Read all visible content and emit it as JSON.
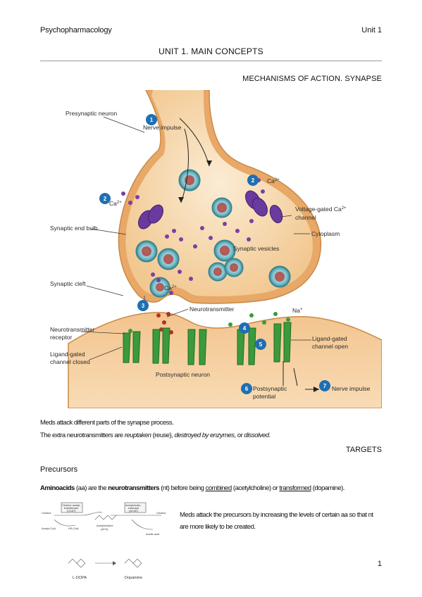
{
  "header": {
    "left": "Psychopharmacology",
    "right": "Unit 1"
  },
  "title": "UNIT 1. MAIN CONCEPTS",
  "section_heading": "MECHANISMS OF ACTION. SYNAPSE",
  "figure": {
    "labels": {
      "presynaptic_neuron": "Presynaptic neuron",
      "nerve_impulse_1": "Nerve impulse",
      "ca_left": "Ca",
      "ca_right": "Ca",
      "ca_cleft": "Ca",
      "ca_sup": "2+",
      "voltage_gated_1": "Voltage-gated Ca",
      "voltage_gated_sup": "2+",
      "voltage_gated_2": "channel",
      "cytoplasm": "Cytoplasm",
      "synaptic_end_bulb": "Synaptic end bulb",
      "synaptic_vesicles": "Synaptic vesicles",
      "synaptic_cleft": "Synaptic cleft",
      "neurotransmitter": "Neurotransmitter",
      "na": "Na",
      "na_sup": "+",
      "receptor_1": "Neurotransmitter",
      "receptor_2": "receptor",
      "ligand_open_1": "Ligand-gated",
      "ligand_open_2": "channel open",
      "ligand_closed_1": "Ligand-gated",
      "ligand_closed_2": "channel closed",
      "postsynaptic_neuron": "Postsynaptic neuron",
      "postsynaptic_potential_1": "Postsynaptic",
      "postsynaptic_potential_2": "potential",
      "nerve_impulse_7": "Nerve impulse"
    },
    "steps": [
      "1",
      "2",
      "2",
      "3",
      "4",
      "5",
      "6",
      "7"
    ],
    "colors": {
      "neuron_fill": "#f3c48d",
      "neuron_edge": "#c98a46",
      "cytoplasm": "#f7e0bf",
      "vesicle": "#3e8e9a",
      "neurotransmitter": "#b2312c",
      "calcium": "#7b3fa4",
      "receptor": "#3b9a3b",
      "step_badge": "#1e6fb3"
    }
  },
  "body": {
    "p1": "Meds attack different parts of the synapse process.",
    "p2_start": "The extra neurotransmitters are ",
    "p2_reuptaken": "reuptaken",
    "p2_reuse": " (reuse), ",
    "p2_destroyed": "destroyed by enzymes",
    "p2_or": ", or ",
    "p2_dissolved": "dissolved",
    "p2_end": "."
  },
  "targets_heading": "TARGETS",
  "precursors_heading": "Precursors",
  "precursors_text": {
    "aminoacids": "Aminoacids",
    "t1": " (aa) are the ",
    "neurotransmitters": "neurotransmitters",
    "t2": " (nt) before being ",
    "combined": "combined",
    "t3": " (acetylcholine) or ",
    "transformed": "transformed",
    "t4": " (dopamine)."
  },
  "meds_precursors": "Meds attack the precursors by increasing the levels of certain aa so that nt are more likely to be created.",
  "chem_figure": {
    "choline_left": "Choline",
    "chat_1": "Choline acetyl-",
    "chat_2": "transferase",
    "chat_3": "(ChAT)",
    "acetylcholine_1": "Acetylcholine",
    "acetylcholine_2": "(ACh)",
    "ache_1": "Acetylcholin-",
    "ache_2": "esterase",
    "ache_3": "(AChE)",
    "choline_right": "Choline",
    "acetyl_coa": "Acetyl-CoA",
    "hs_coa": "HS-CoA",
    "acetic_acid": "Acetic acid",
    "ldopa": "L-DOPA",
    "dopamine": "Dopamine"
  },
  "page_number": "1"
}
